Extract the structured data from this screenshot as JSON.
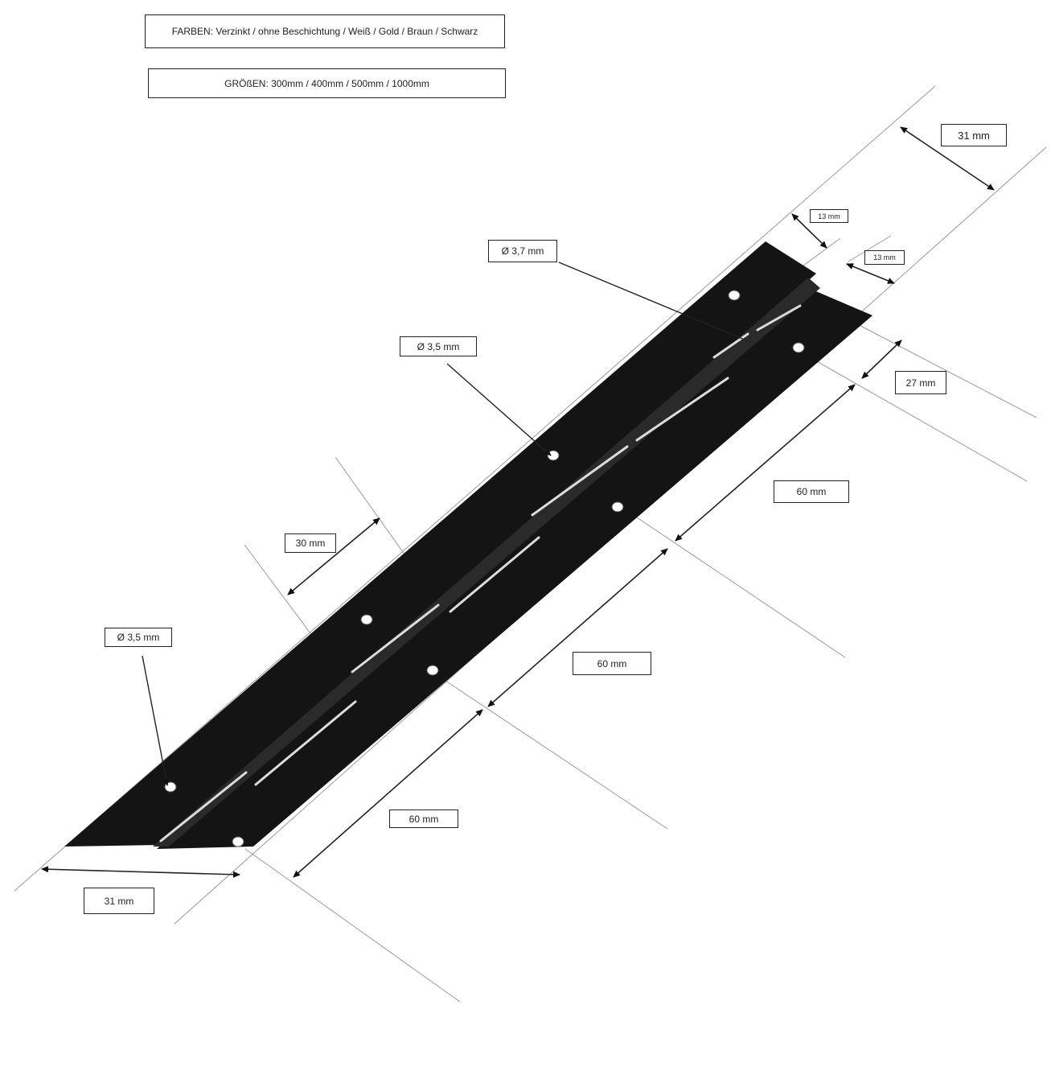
{
  "info": {
    "colors": "FARBEN: Verzinkt / ohne Beschichtung / Weiß / Gold / Braun / Schwarz",
    "sizes": "GRÖßEN: 300mm / 400mm / 500mm / 1000mm"
  },
  "dimensions": {
    "width_top": "31 mm",
    "leaf_upper": "13 mm",
    "leaf_lower": "13 mm",
    "hole_top": "Ø 3,7 mm",
    "hole_mid": "Ø 3,5 mm",
    "hole_low": "Ø 3,5 mm",
    "edge_offset": "27 mm",
    "pitch_top": "60 mm",
    "pitch_mid": "60 mm",
    "pitch_low": "60 mm",
    "offset_30": "30 mm",
    "width_bottom": "31 mm"
  },
  "colors": {
    "hinge": "#141414",
    "hinge_highlight": "#2a2a2a",
    "line": "#222222",
    "guide": "#9a9a9a"
  }
}
